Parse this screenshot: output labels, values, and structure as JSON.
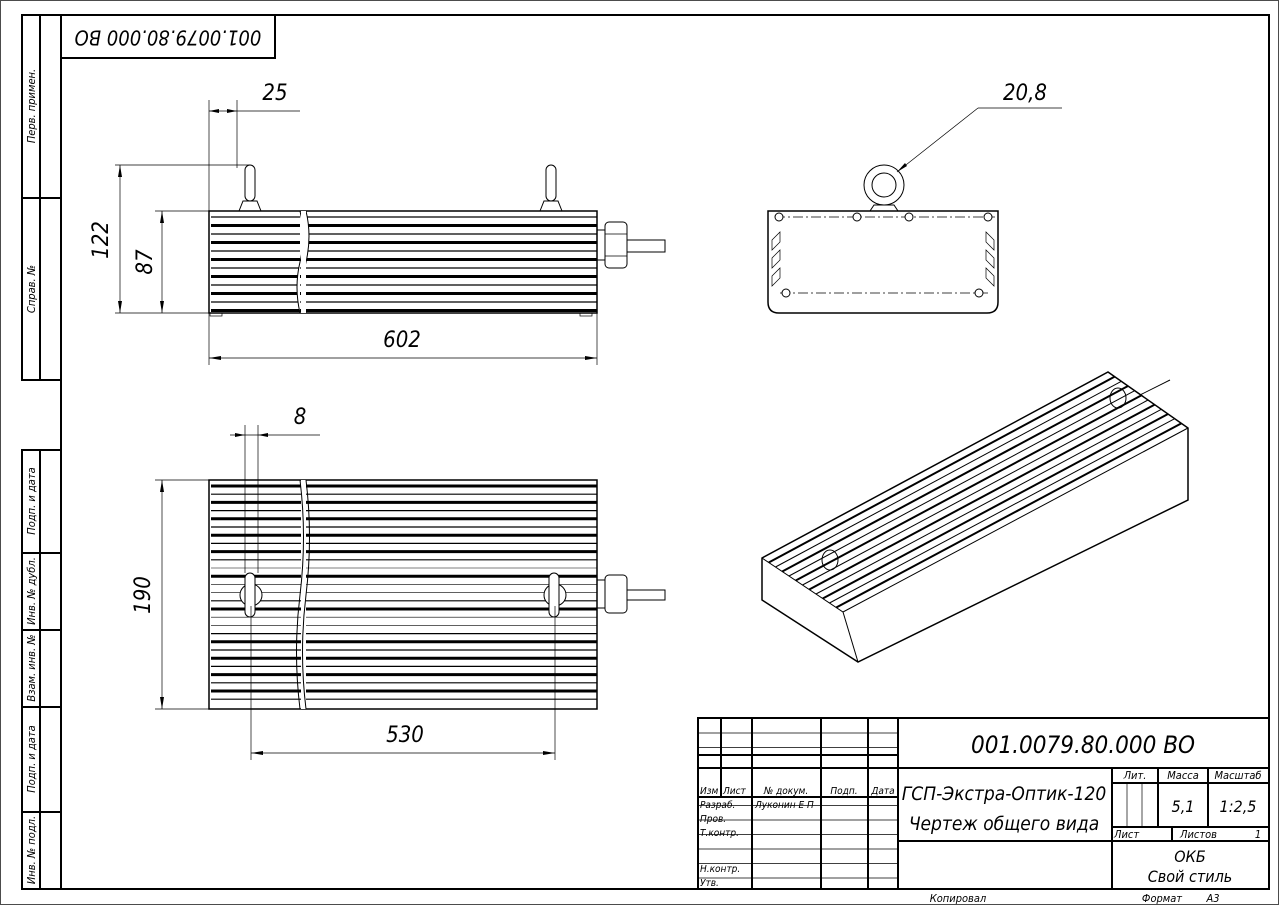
{
  "document_code": "001.0079.80.000 ВО",
  "side_strip": {
    "top": [
      "Перв. примен.",
      "Справ. №"
    ],
    "bottom": [
      "Подп. и дата",
      "Инв. № дубл.",
      "Взам. инв. №",
      "Подп. и дата",
      "Инв. № подл."
    ]
  },
  "dimensions": {
    "front_offset": "25",
    "front_height_total": "122",
    "front_height_body": "87",
    "front_length": "602",
    "top_offset": "8",
    "top_width": "190",
    "top_mount_spacing": "530",
    "eye_diameter": "20,8"
  },
  "title_block": {
    "code": "001.0079.80.000 ВО",
    "name_line1": "ГСП-Экстра-Оптик-120",
    "name_line2": "Чертеж общего вида",
    "headers": {
      "izm": "Изм",
      "list": "Лист",
      "doc_no": "№ докум.",
      "sign": "Подп.",
      "date": "Дата"
    },
    "roles": {
      "developed": "Разраб.",
      "checked": "Пров.",
      "tech_control": "Т.контр.",
      "norm_control": "Н.контр.",
      "approved": "Утв."
    },
    "developer_name": "Луконин Е П",
    "lit_label": "Лит.",
    "mass_label": "Масса",
    "scale_label": "Масштаб",
    "mass": "5,1",
    "scale": "1:2,5",
    "sheet_label": "Лист",
    "sheets_label": "Листов",
    "sheets": "1",
    "org_line1": "ОКБ",
    "org_line2": "Свой стиль"
  },
  "footer": {
    "copied": "Копировал",
    "format_label": "Формат",
    "format": "А3"
  }
}
